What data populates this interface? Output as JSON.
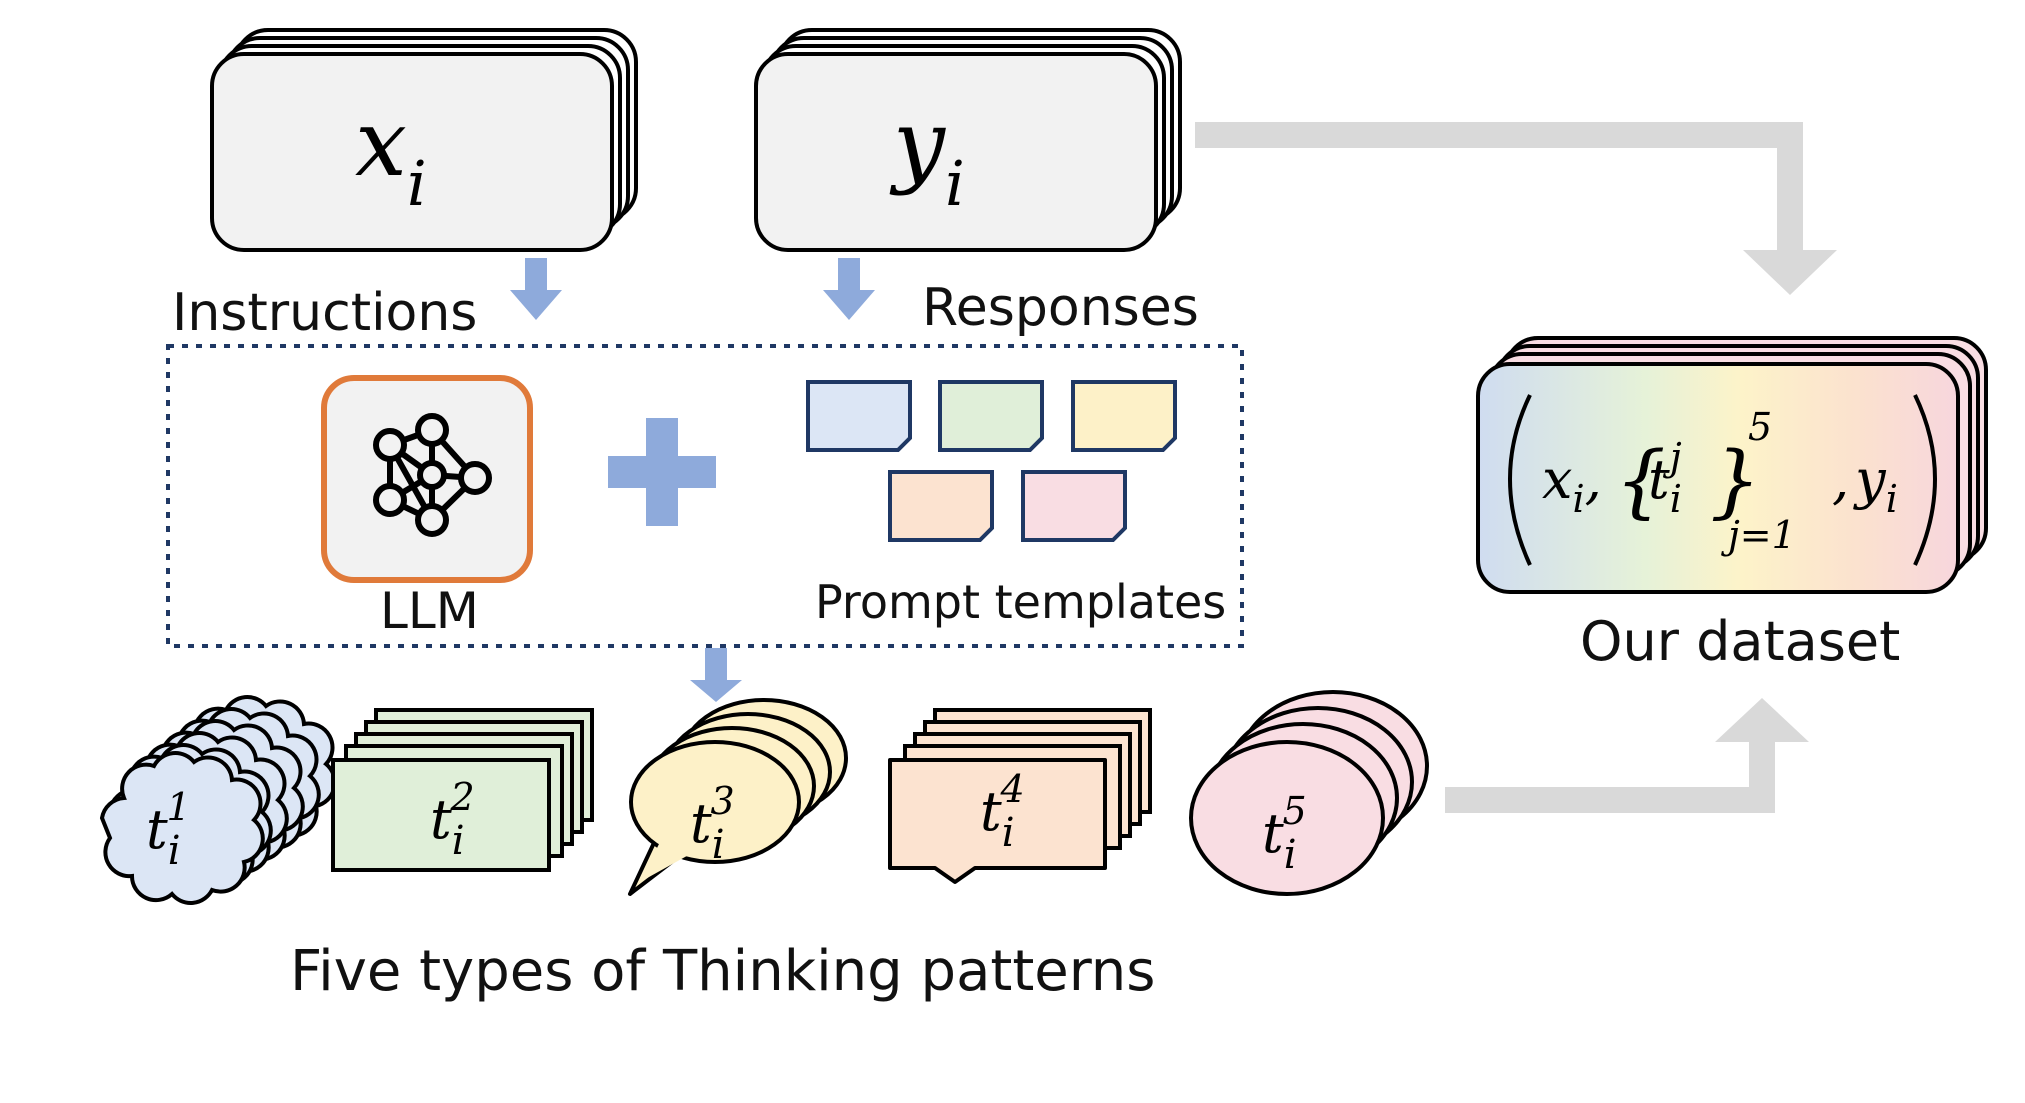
{
  "inputs": {
    "x_var": "x",
    "x_sub": "i",
    "y_var": "y",
    "y_sub": "i",
    "instructions_label": "Instructions",
    "responses_label": "Responses"
  },
  "generator": {
    "llm_label": "LLM",
    "prompt_templates_label": "Prompt templates",
    "template_colors": [
      "#dce6f5",
      "#e0efd9",
      "#fdf1c8",
      "#fce3d0",
      "#f9dde3"
    ]
  },
  "patterns": {
    "title": "Five types of Thinking patterns",
    "items": [
      {
        "var": "t",
        "sub": "i",
        "sup": "1",
        "shape": "cloud",
        "fill": "#dce6f5"
      },
      {
        "var": "t",
        "sub": "i",
        "sup": "2",
        "shape": "rectangle",
        "fill": "#e0efd9"
      },
      {
        "var": "t",
        "sub": "i",
        "sup": "3",
        "shape": "speech-bubble",
        "fill": "#fdf1c8"
      },
      {
        "var": "t",
        "sub": "i",
        "sup": "4",
        "shape": "callout",
        "fill": "#fce3d0"
      },
      {
        "var": "t",
        "sub": "i",
        "sup": "5",
        "shape": "ellipse",
        "fill": "#f9dde3"
      }
    ]
  },
  "dataset": {
    "label": "Our dataset",
    "formula": {
      "x_var": "x",
      "x_sub": "i",
      "t_var": "t",
      "t_sub": "i",
      "t_sup": "j",
      "range_lower": "j=1",
      "range_upper": "5",
      "y_var": "y",
      "y_sub": "i",
      "comma": ","
    }
  },
  "colors": {
    "arrow_blue": "#8eaadb",
    "arrow_gray": "#d9d9d9",
    "llm_border": "#e07a3a",
    "dotted_border": "#1f3864",
    "card_fill": "#f2f2f2"
  }
}
